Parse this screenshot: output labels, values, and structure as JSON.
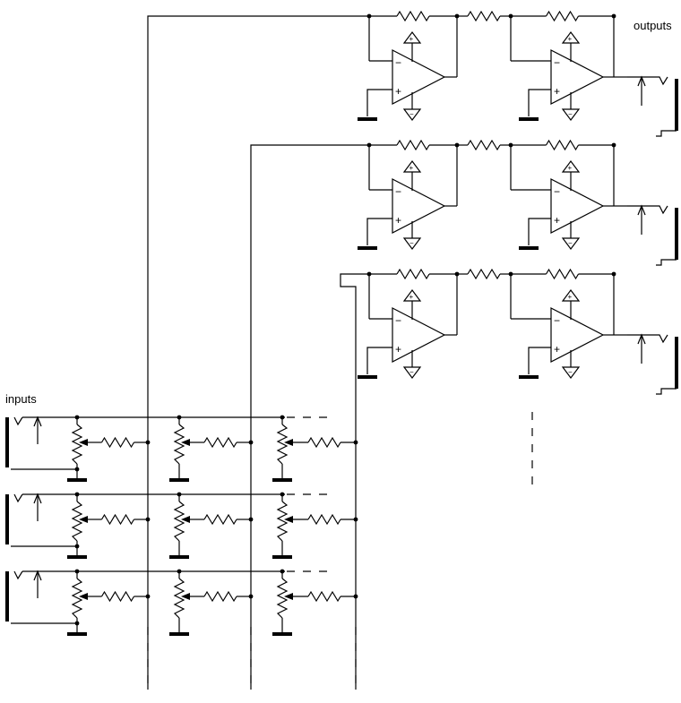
{
  "diagram": {
    "inputs_label": "inputs",
    "outputs_label": "outputs",
    "input_channels": 3,
    "mix_buses": 3,
    "accent_color": "#000000",
    "background_color": "#ffffff",
    "components": {
      "op_amp": "opamp-triangle-icon",
      "resistor": "resistor-zigzag-icon",
      "potentiometer": "potentiometer-icon",
      "jack": "audio-jack-icon",
      "ground": "ground-symbol-icon"
    }
  }
}
